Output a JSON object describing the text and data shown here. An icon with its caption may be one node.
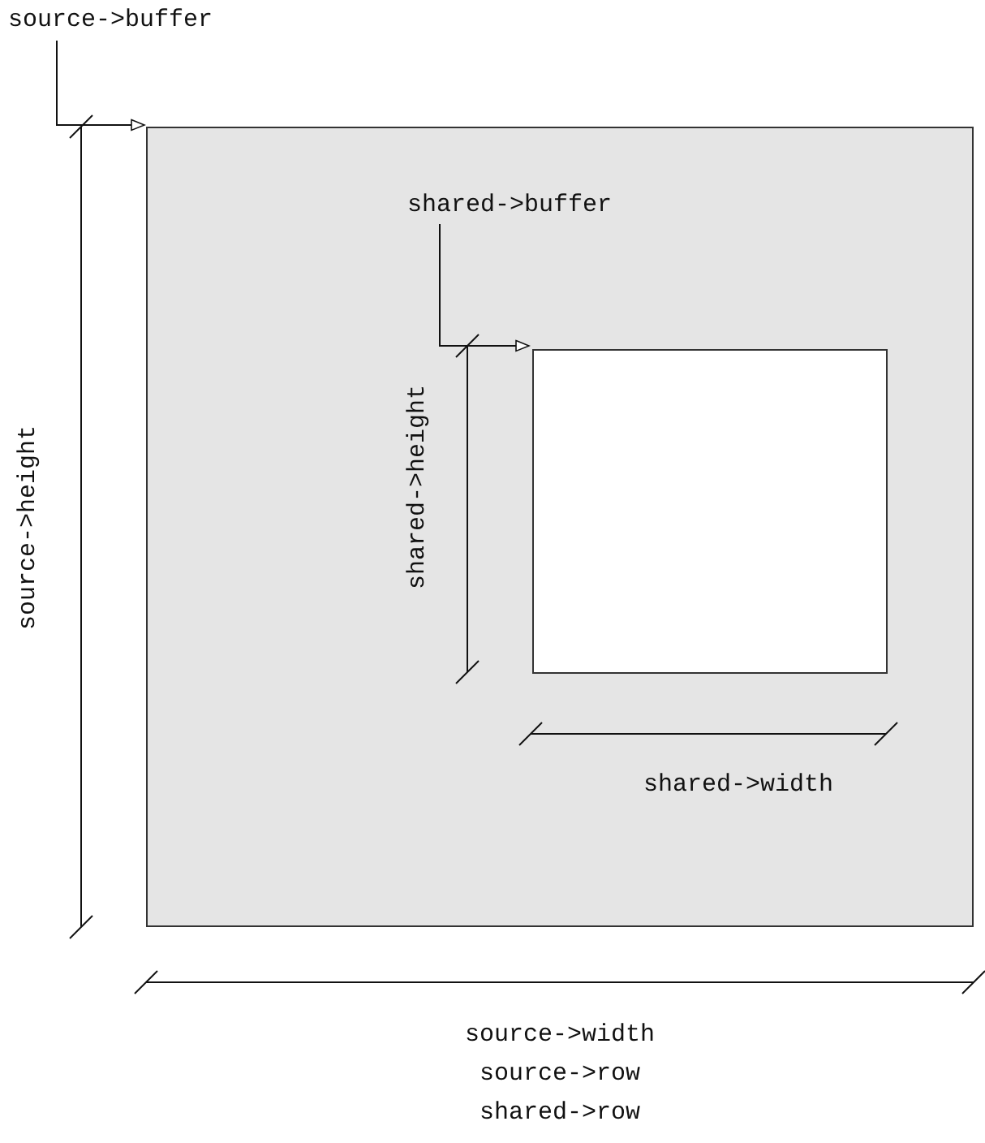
{
  "diagram": {
    "nodes": [
      {
        "text": [
          "source->buffer"
        ]
      },
      {
        "text": [],
        "shape": "box"
      },
      {
        "text": [
          "shared->buffer"
        ],
        "in": 1
      },
      {
        "text": [],
        "shape": "box",
        "in": 1
      }
    ],
    "edges": [
      {
        "from": 0,
        "to": 1,
        "arrow": "to"
      },
      {
        "from": 2,
        "to": 3,
        "arrow": "to"
      }
    ],
    "labels": [
      "source->height",
      "shared->height",
      "shared->width",
      "source->width",
      "source->row",
      "shared->row"
    ]
  }
}
